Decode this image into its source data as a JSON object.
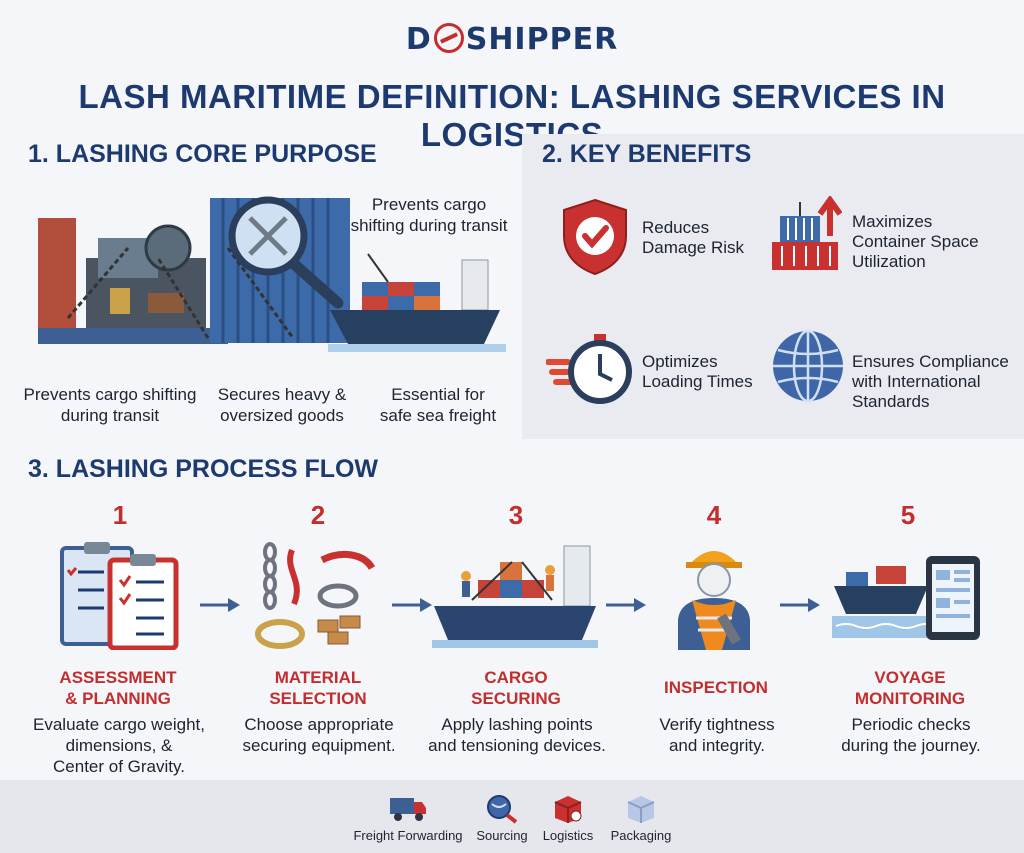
{
  "brand": {
    "prefix": "D",
    "suffix": "SHIPPER"
  },
  "title": "LASH MARITIME DEFINITION: LASHING SERVICES IN LOGISTICS",
  "section1": {
    "title": "1. LASHING CORE PURPOSE",
    "callout": "Prevents cargo\nshifting during transit",
    "captions": [
      "Prevents cargo shifting\nduring transit",
      "Secures heavy &\noversized goods",
      "Essential for\nsafe sea freight"
    ]
  },
  "section2": {
    "title": "2. KEY BENEFITS",
    "benefits": [
      {
        "text": "Reduces\nDamage Risk",
        "icon": "shield-check-icon"
      },
      {
        "text": "Maximizes\nContainer Space\nUtilization",
        "icon": "container-stack-icon"
      },
      {
        "text": "Optimizes\nLoading Times",
        "icon": "stopwatch-icon"
      },
      {
        "text": "Ensures Compliance\nwith International\nStandards",
        "icon": "globe-icon"
      }
    ]
  },
  "section3": {
    "title": "3. LASHING PROCESS FLOW",
    "steps": [
      {
        "num": "1",
        "title": "ASSESSMENT\n& PLANNING",
        "desc": "Evaluate cargo weight,\ndimensions, &\nCenter of Gravity.",
        "icon": "clipboard-icon"
      },
      {
        "num": "2",
        "title": "MATERIAL\nSELECTION",
        "desc": "Choose appropriate\nsecuring equipment.",
        "icon": "lashing-gear-icon"
      },
      {
        "num": "3",
        "title": "CARGO\nSECURING",
        "desc": "Apply lashing points\nand tensioning devices.",
        "icon": "ship-loading-icon"
      },
      {
        "num": "4",
        "title": "INSPECTION",
        "desc": "Verify tightness\nand integrity.",
        "icon": "inspector-icon"
      },
      {
        "num": "5",
        "title": "VOYAGE\nMONITORING",
        "desc": "Periodic checks\nduring the journey.",
        "icon": "ship-tablet-icon"
      }
    ]
  },
  "footer": {
    "items": [
      {
        "label": "Freight Forwarding",
        "icon": "truck-icon"
      },
      {
        "label": "Sourcing",
        "icon": "magnifier-globe-icon"
      },
      {
        "label": "Logistics",
        "icon": "box-icon"
      },
      {
        "label": "Packaging",
        "icon": "package-icon"
      }
    ]
  },
  "colors": {
    "navy": "#1d3a70",
    "red": "#c22e2e",
    "panel": "#e9ebf1",
    "background": "#f5f6f9"
  }
}
